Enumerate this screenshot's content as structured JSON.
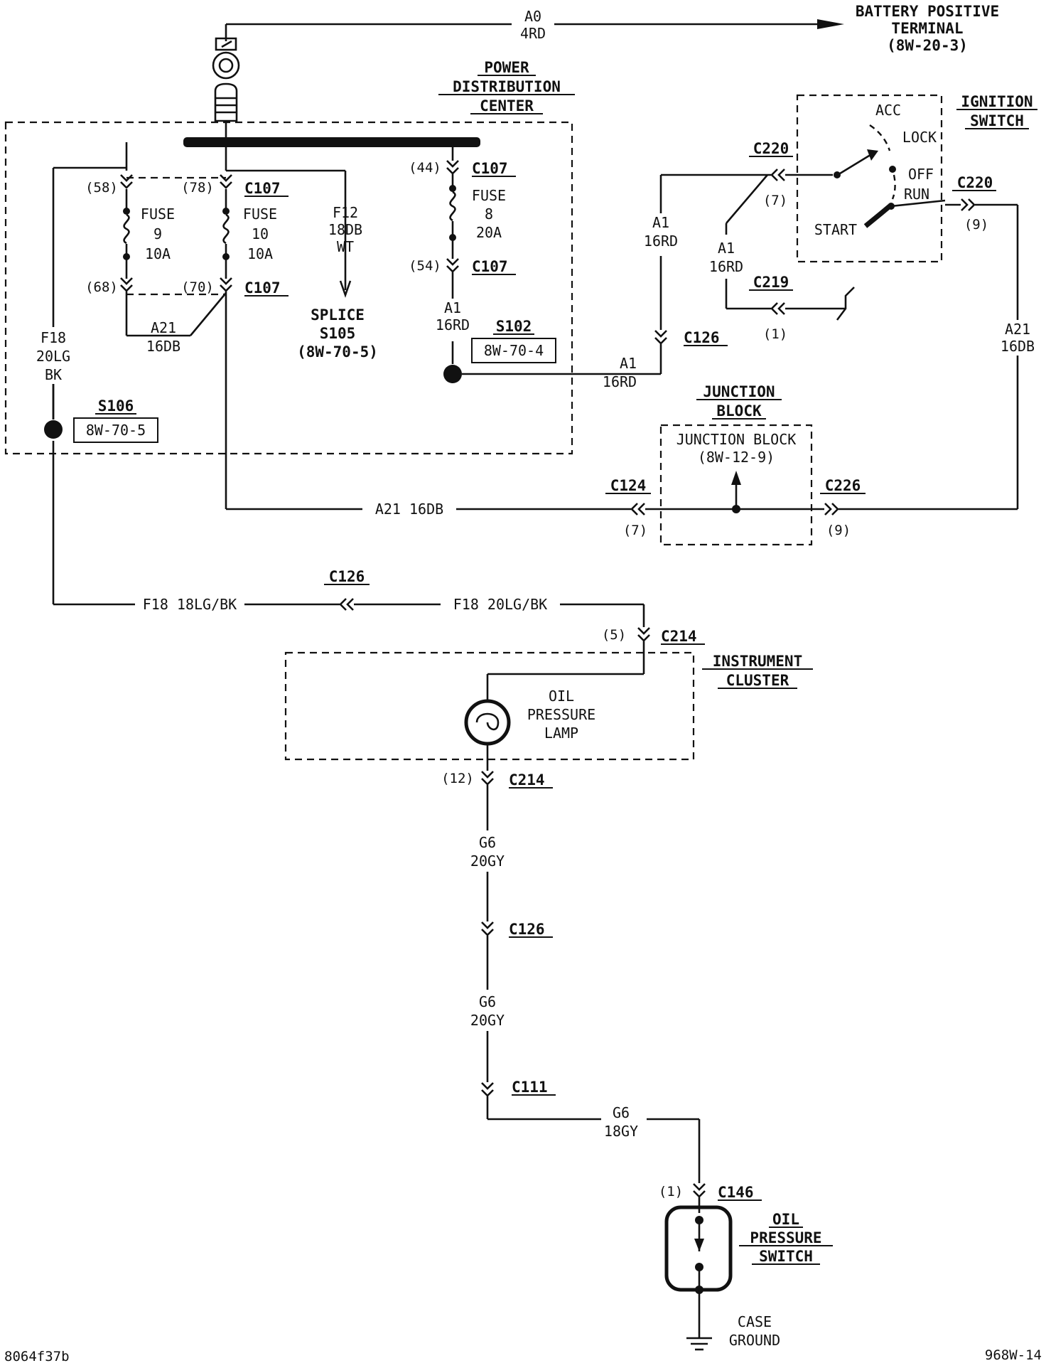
{
  "battery": {
    "label1": "BATTERY POSITIVE",
    "label2": "TERMINAL",
    "ref": "(8W-20-3)",
    "wire_code": "A0",
    "wire_spec": "4RD"
  },
  "pdc": {
    "title1": "POWER",
    "title2": "DISTRIBUTION",
    "title3": "CENTER"
  },
  "fuse9": {
    "label": "FUSE",
    "number": "9",
    "rating": "10A",
    "pin_in": "(58)",
    "pin_out": "(68)"
  },
  "fuse10": {
    "label": "FUSE",
    "number": "10",
    "rating": "10A",
    "pin_in": "(78)",
    "pin_out": "(70)",
    "connector": "C107",
    "connector_out": "C107"
  },
  "fuse8": {
    "label": "FUSE",
    "number": "8",
    "rating": "20A",
    "pin_in": "(44)",
    "pin_out": "(54)",
    "connector_in": "C107",
    "connector_out": "C107"
  },
  "f12": {
    "code": "F12",
    "spec": "18DB",
    "color": "WT"
  },
  "splice_s105": {
    "label": "SPLICE",
    "id": "S105",
    "ref": "(8W-70-5)"
  },
  "a21_pdc": {
    "code": "A21",
    "spec": "16DB"
  },
  "f18_pdc": {
    "code": "F18",
    "spec": "20LG",
    "color": "BK"
  },
  "s106": {
    "id": "S106",
    "ref": "8W-70-5"
  },
  "a1_pdc": {
    "code": "A1",
    "spec": "16RD"
  },
  "s102": {
    "id": "S102",
    "ref": "8W-70-4"
  },
  "a1_run": {
    "code": "A1",
    "spec": "16RD"
  },
  "c126_upper": {
    "id": "C126"
  },
  "a1_left": {
    "code": "A1",
    "spec": "16RD"
  },
  "a1_mid": {
    "code": "A1",
    "spec": "16RD"
  },
  "c220_left": {
    "id": "C220",
    "pin": "(7)"
  },
  "c219": {
    "id": "C219",
    "pin": "(1)"
  },
  "ignition": {
    "title1": "IGNITION",
    "title2": "SWITCH",
    "acc": "ACC",
    "lock": "LOCK",
    "off": "OFF",
    "run": "RUN",
    "start": "START"
  },
  "c220_right": {
    "id": "C220",
    "pin": "(9)"
  },
  "a21_right": {
    "code": "A21",
    "spec": "16DB"
  },
  "junction": {
    "title1": "JUNCTION",
    "title2": "BLOCK",
    "inner1": "JUNCTION BLOCK",
    "inner2": "(8W-12-9)"
  },
  "c124": {
    "id": "C124",
    "pin": "(7)"
  },
  "c226": {
    "id": "C226",
    "pin": "(9)"
  },
  "a21_horizontal": {
    "label": "A21 16DB"
  },
  "c126_mid": {
    "id": "C126"
  },
  "f18_left": {
    "label": "F18 18LG/BK"
  },
  "f18_right": {
    "label": "F18 20LG/BK"
  },
  "c214_top": {
    "id": "C214",
    "pin": "(5)"
  },
  "cluster": {
    "title1": "INSTRUMENT",
    "title2": "CLUSTER",
    "lamp1": "OIL",
    "lamp2": "PRESSURE",
    "lamp3": "LAMP"
  },
  "c214_bottom": {
    "id": "C214",
    "pin": "(12)"
  },
  "g6_a": {
    "code": "G6",
    "spec": "20GY"
  },
  "c126_lower": {
    "id": "C126"
  },
  "g6_b": {
    "code": "G6",
    "spec": "20GY"
  },
  "c111": {
    "id": "C111"
  },
  "g6_c": {
    "code": "G6",
    "spec": "18GY"
  },
  "c146": {
    "id": "C146",
    "pin": "(1)"
  },
  "oil_switch": {
    "title1": "OIL",
    "title2": "PRESSURE",
    "title3": "SWITCH"
  },
  "ground": {
    "label1": "CASE",
    "label2": "GROUND"
  },
  "footer": {
    "left_code": "8064f37b",
    "right_code": "968W-14"
  }
}
